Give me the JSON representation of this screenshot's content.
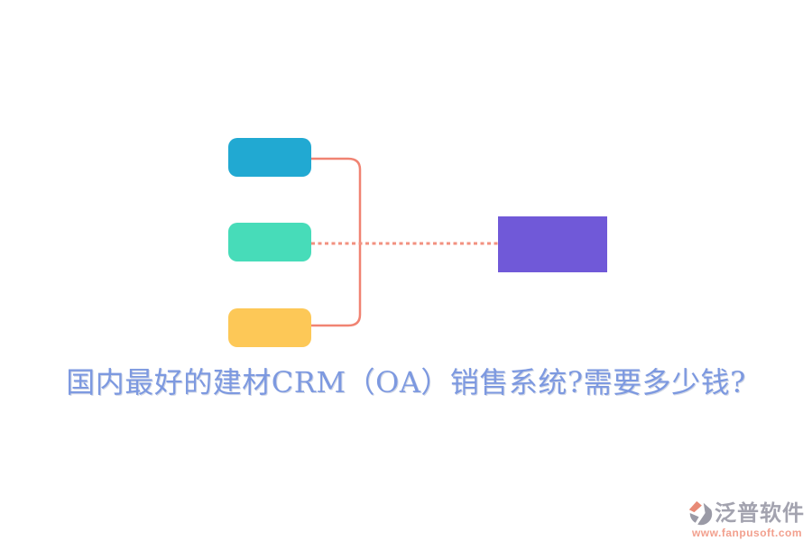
{
  "page": {
    "background": "#ffffff"
  },
  "title": {
    "text": "国内最好的建材CRM（OA）销售系统?需要多少钱?",
    "color": "#7d99e0"
  },
  "diagram": {
    "nodes": [
      {
        "id": "source-top",
        "color": "#21a9d2"
      },
      {
        "id": "source-middle",
        "color": "#47dcb9"
      },
      {
        "id": "source-bottom",
        "color": "#fdc857"
      },
      {
        "id": "target-right",
        "color": "#7059d8"
      }
    ],
    "connectors": {
      "bracket_color": "#f08372",
      "dotted_color": "#f29180"
    }
  },
  "logo": {
    "brand": "泛普软件",
    "url": "www.fanpusoft.com",
    "brand_color": "#a3a3af",
    "url_color": "#f2a08e",
    "icon_gray": "#9a9aa6",
    "icon_accent": "#e88a76"
  }
}
